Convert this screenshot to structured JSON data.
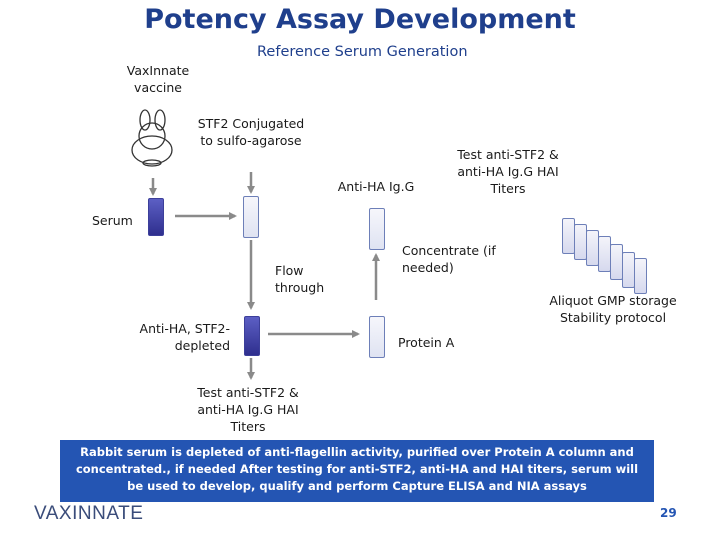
{
  "title": "Potency Assay Development",
  "subtitle": "Reference Serum Generation",
  "labels": {
    "vaccine": "VaxInnate vaccine",
    "stf2_conjugated": "STF2 Conjugated to sulfo-agarose",
    "anti_ha_igg": "Anti-HA Ig.G",
    "test_titers_top": "Test anti-STF2 & anti-HA Ig.G HAI Titers",
    "serum": "Serum",
    "flow_through": "Flow through",
    "concentrate": "Concentrate (if needed)",
    "depleted": "Anti-HA, STF2-depleted",
    "protein_a": "Protein A",
    "aliquot": "Aliquot GMP storage Stability protocol",
    "test_titers_bottom": "Test anti-STF2 & anti-HA Ig.G HAI Titers"
  },
  "banner_text": "Rabbit serum is depleted of anti-flagellin activity, purified over Protein A column and concentrated., if needed  After testing for anti-STF2, anti-HA and HAI titers, serum will be used to develop, qualify and perform Capture ELISA and NIA assays",
  "logo_text": "VAXINNATE",
  "page_number": "29",
  "colors": {
    "title": "#1f3f8c",
    "banner_bg": "#2455b3",
    "arrow": "#8a8a8a",
    "tube_dark": "#2f2f8e"
  }
}
